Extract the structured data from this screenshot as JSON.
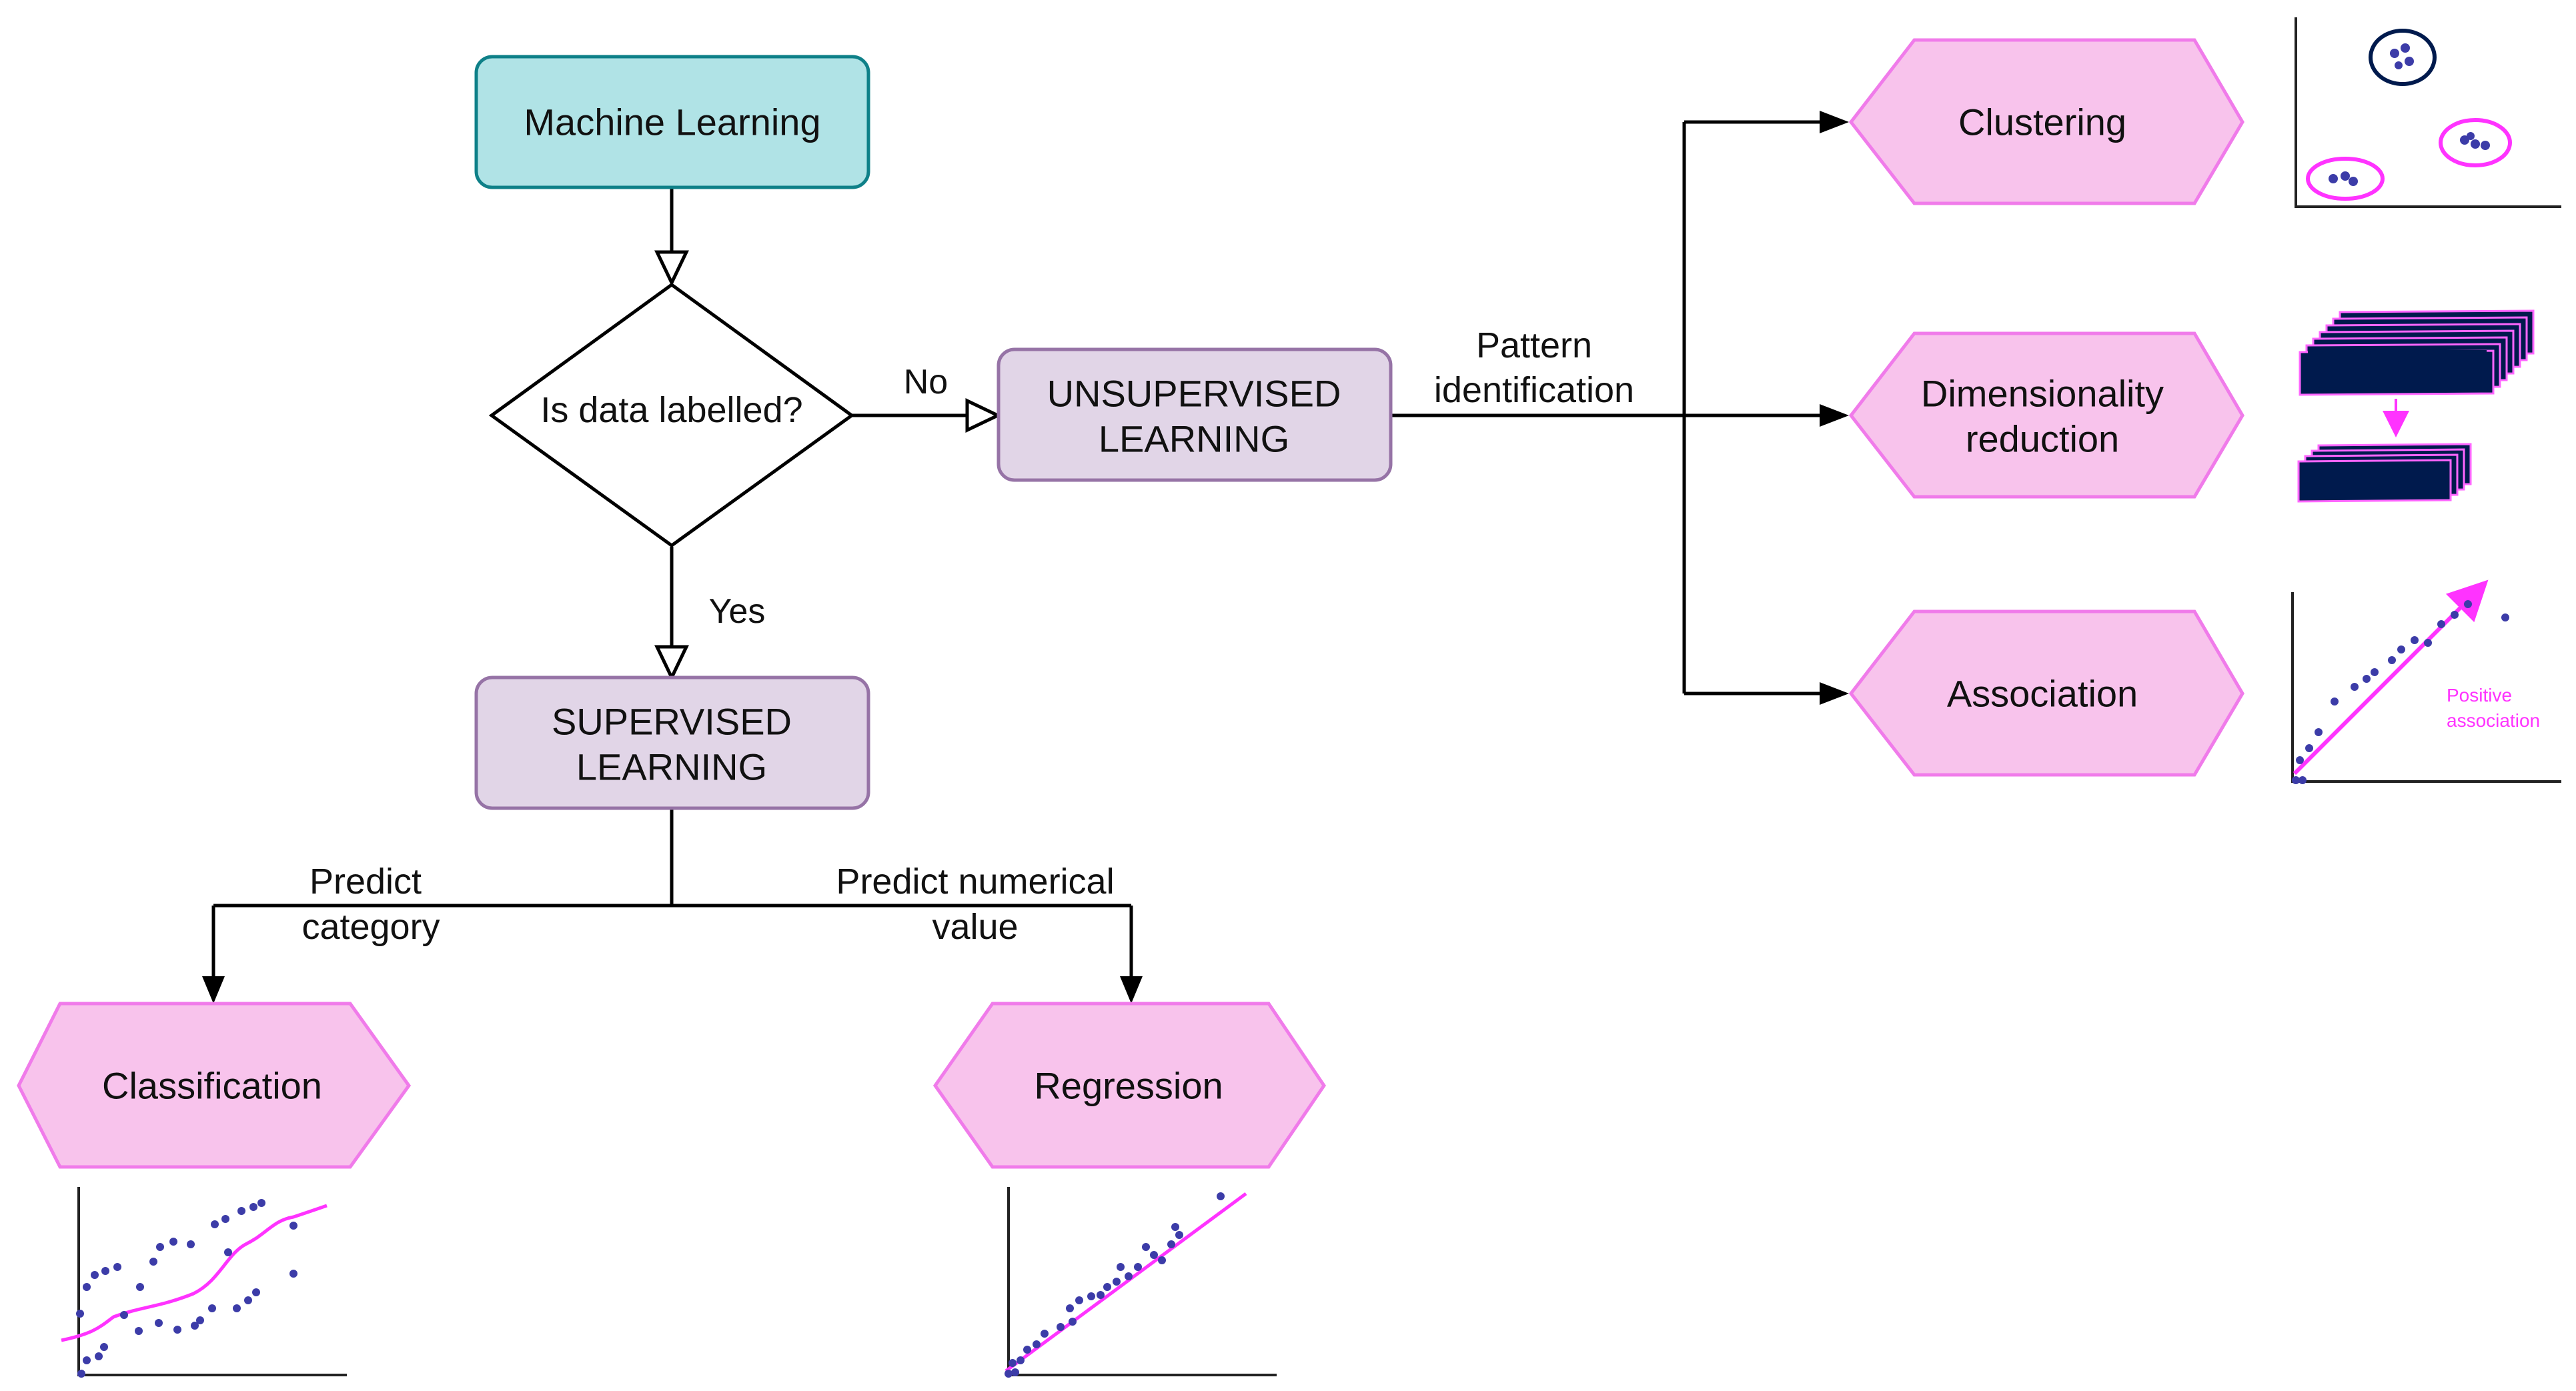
{
  "colors": {
    "teal_fill": "#b0e3e6",
    "teal_stroke": "#0e8088",
    "purple_fill": "#e1d5e7",
    "purple_stroke": "#9673a6",
    "pink_fill": "#f8c3ec",
    "pink_stroke": "#f07bea",
    "magenta": "#ff33ff",
    "dot": "#3c3ca8",
    "navy": "#001a4d",
    "line": "#000000"
  },
  "nodes": {
    "machine_learning": "Machine Learning",
    "decision": "Is data labelled?",
    "unsupervised": [
      "UNSUPERVISED",
      "LEARNING"
    ],
    "supervised": [
      "SUPERVISED",
      "LEARNING"
    ],
    "classification": "Classification",
    "regression": "Regression",
    "clustering": "Clustering",
    "dimensionality": [
      "Dimensionality",
      "reduction"
    ],
    "association": "Association"
  },
  "edges": {
    "no": "No",
    "yes": "Yes",
    "pattern": [
      "Pattern",
      "identification"
    ],
    "predict_category": [
      "Predict",
      "category"
    ],
    "predict_numerical": [
      "Predict numerical",
      "value"
    ]
  },
  "thumbnails": {
    "positive_association": [
      "Positive",
      "association"
    ]
  },
  "icons": {
    "clustering_thumb": "scatter-clusters-icon",
    "dimred_thumb": "stacked-layers-icon",
    "association_thumb": "scatter-trend-icon",
    "classification_thumb": "scatter-curve-icon",
    "regression_thumb": "scatter-line-icon"
  }
}
